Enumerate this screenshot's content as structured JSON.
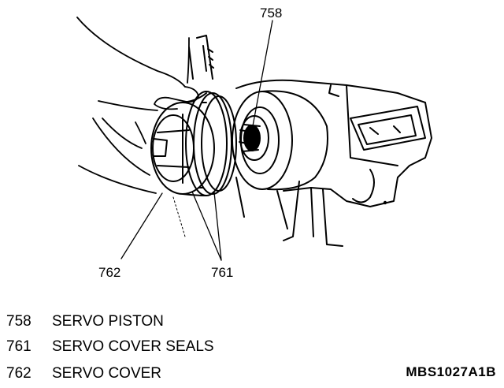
{
  "callouts": {
    "c758": "758",
    "c761": "761",
    "c762": "762"
  },
  "legend": [
    {
      "number": "758",
      "label": "SERVO PISTON"
    },
    {
      "number": "761",
      "label": "SERVO COVER SEALS"
    },
    {
      "number": "762",
      "label": "SERVO COVER"
    }
  ],
  "figure_code": "MBS1027A1B",
  "colors": {
    "ink": "#000000",
    "paper": "#ffffff"
  }
}
